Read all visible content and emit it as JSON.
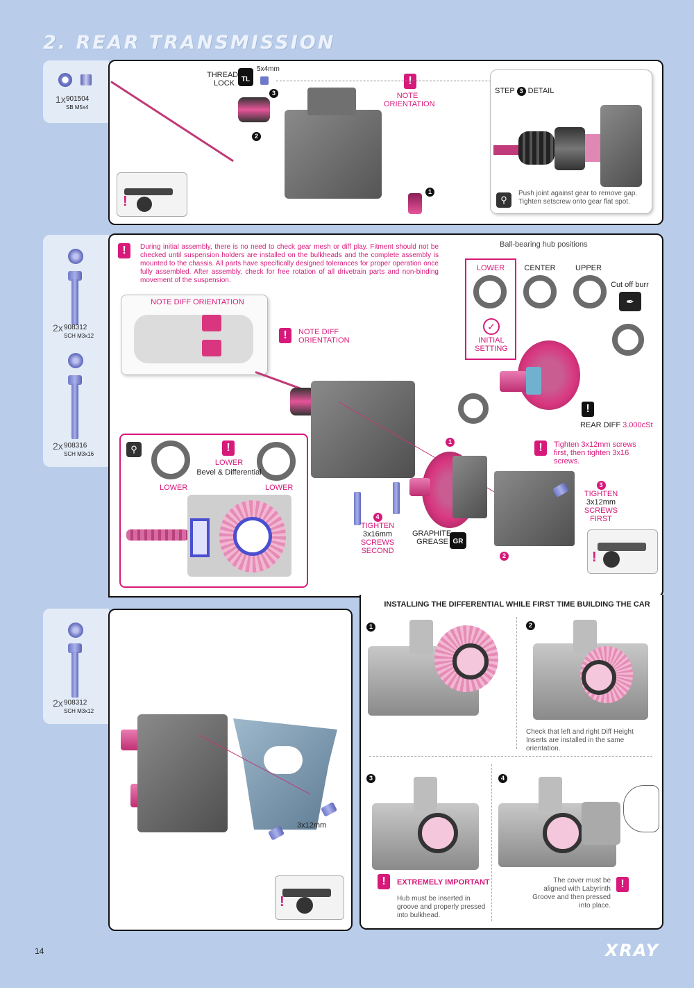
{
  "page": {
    "title": "2. REAR TRANSMISSION",
    "page_number": "14",
    "brand": "XRAY"
  },
  "step1": {
    "part": {
      "qty": "1x",
      "code": "901504",
      "desc": "SB M5x4"
    },
    "thread_lock": "THREAD LOCK",
    "tl_badge": "TL",
    "setscrew_size": "5x4mm",
    "note": "NOTE ORIENTATION",
    "detail_title": "STEP",
    "detail_suffix": "DETAIL",
    "detail_text": "Push joint against gear to remove gap. Tighten setscrew onto gear flat spot.",
    "callouts": [
      "1",
      "2",
      "3"
    ]
  },
  "step2": {
    "parts": [
      {
        "qty": "2x",
        "code": "908312",
        "desc": "SCH M3x12"
      },
      {
        "qty": "2x",
        "code": "908316",
        "desc": "SCH M3x16"
      }
    ],
    "warning": "During initial assembly, there is no need to check gear mesh or diff play. Fitment should not be checked until suspension holders are installed on the bulkheads and the complete assembly is mounted to the chassis. All parts have specifically designed tolerances for proper operation once fully assembled. After assembly, check for free rotation of all drivetrain parts and non-binding movement of the suspension.",
    "hub_title": "Ball-bearing hub positions",
    "hub_positions": [
      "LOWER",
      "CENTER",
      "UPPER"
    ],
    "initial_setting": "INITIAL SETTING",
    "cut_off_burr": "Cut off burr",
    "note_diff_orientation_inset": "NOTE DIFF ORIENTATION",
    "note_diff_orientation": "NOTE DIFF ORIENTATION",
    "rear_diff": "REAR DIFF",
    "rear_diff_oil": "3.000cSt",
    "tighten_note": "Tighten 3x12mm screws first, then tighten 3x16 screws.",
    "lower": "LOWER",
    "bevel_diff": "Bevel & Differential",
    "lower_left": "LOWER",
    "lower_right": "LOWER",
    "tighten_first": {
      "num": "3",
      "tighten": "TIGHTEN",
      "size": "3x12mm",
      "screws": "SCREWS",
      "order": "FIRST"
    },
    "tighten_second": {
      "num": "4",
      "tighten": "TIGHTEN",
      "size": "3x16mm",
      "screws": "SCREWS",
      "order": "SECOND"
    },
    "graphite_grease": "GRAPHITE GREASE",
    "gr_badge": "GR",
    "callouts": [
      "1",
      "2"
    ]
  },
  "step3": {
    "part": {
      "qty": "2x",
      "code": "908312",
      "desc": "SCH M3x12"
    },
    "screw_label": "3x12mm"
  },
  "install": {
    "title": "INSTALLING THE DIFFERENTIAL WHILE FIRST TIME BUILDING THE CAR",
    "steps": [
      "1",
      "2",
      "3",
      "4"
    ],
    "step2_text": "Check that left and right Diff Height Inserts are installed in the same orientation.",
    "important_title": "EXTREMELY IMPORTANT",
    "important_text": "Hub must be inserted in groove and properly pressed into bulkhead.",
    "step4_text": "The cover must be aligned with Labyrinth Groove and then pressed into place."
  }
}
